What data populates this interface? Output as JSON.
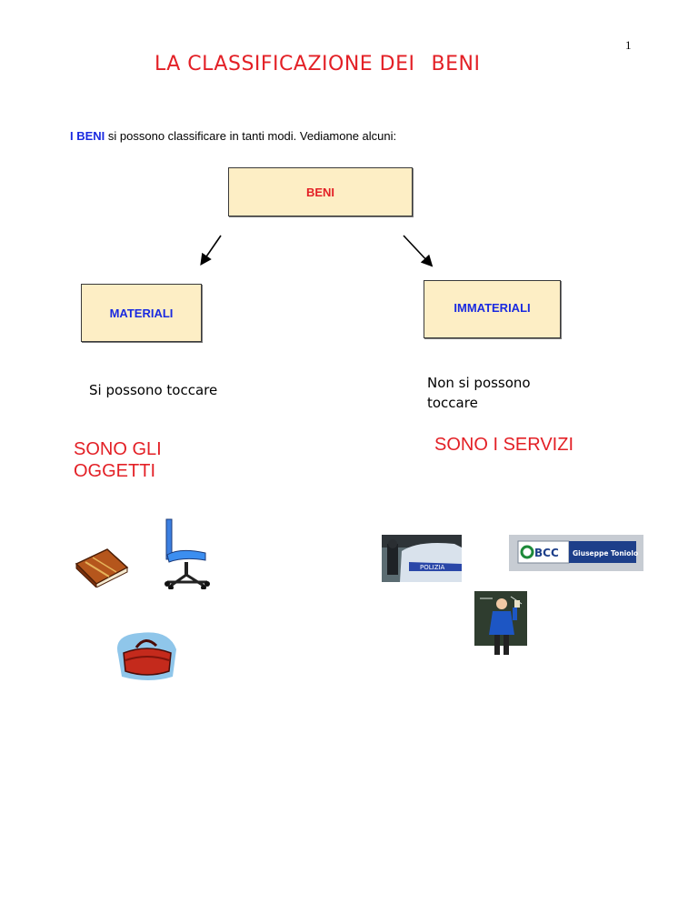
{
  "page": {
    "number": "1",
    "title_part1": "LA CLASSIFICAZIONE DEI",
    "title_part2": "BENI",
    "intro_highlight": "I BENI",
    "intro_rest": " si possono classificare in tanti modi. Vediamone alcuni:"
  },
  "diagram": {
    "root_label": "BENI",
    "left": {
      "label": "MATERIALI",
      "description": "Si possono toccare",
      "heading": "SONO GLI OGGETTI",
      "images": [
        "book-icon",
        "office-chair-icon",
        "handbag-icon"
      ]
    },
    "right": {
      "label": "IMMATERIALI",
      "description": "Non si possono toccare",
      "heading": "SONO I SERVIZI",
      "police_text": "POLIZIA",
      "bank_logo_text": "BCC",
      "bank_name": "Giuseppe Toniolo",
      "images": [
        "police-car-icon",
        "bank-sign-icon",
        "teacher-icon"
      ]
    }
  },
  "colors": {
    "red": "#e32026",
    "blue": "#1a2ae0",
    "box_fill": "#fdeec5"
  }
}
